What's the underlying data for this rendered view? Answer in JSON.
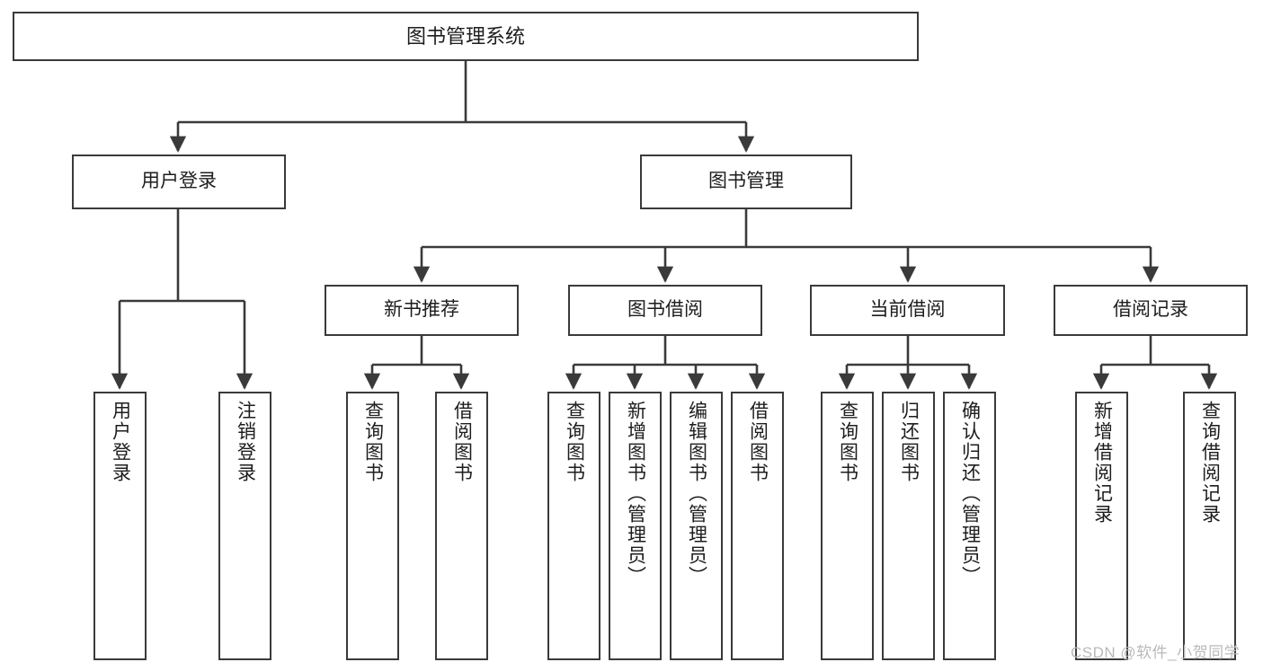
{
  "diagram": {
    "title": "图书管理系统",
    "watermark": "CSDN @软件_小贺同学",
    "colors": {
      "node_border": "#3a3a3a",
      "node_fill": "#ffffff",
      "edge": "#3a3a3a",
      "text": "#1d1d1d",
      "watermark": "#b9b9b9",
      "background": "#ffffff"
    },
    "root": {
      "label": "图书管理系统"
    },
    "level1": [
      {
        "label": "用户登录"
      },
      {
        "label": "图书管理"
      }
    ],
    "level2": [
      {
        "label": "新书推荐"
      },
      {
        "label": "图书借阅"
      },
      {
        "label": "当前借阅"
      },
      {
        "label": "借阅记录"
      }
    ],
    "leaves": {
      "user_login": [
        {
          "label": "用户登录"
        },
        {
          "label": "注销登录"
        }
      ],
      "new_book_recommend": [
        {
          "label": "查询图书"
        },
        {
          "label": "借阅图书"
        }
      ],
      "book_borrow": [
        {
          "label": "查询图书"
        },
        {
          "label": "新增图书（管理员）"
        },
        {
          "label": "编辑图书（管理员）"
        },
        {
          "label": "借阅图书"
        }
      ],
      "current_borrow": [
        {
          "label": "查询图书"
        },
        {
          "label": "归还图书"
        },
        {
          "label": "确认归还（管理员）"
        }
      ],
      "borrow_record": [
        {
          "label": "新增借阅记录"
        },
        {
          "label": "查询借阅记录"
        }
      ]
    }
  }
}
